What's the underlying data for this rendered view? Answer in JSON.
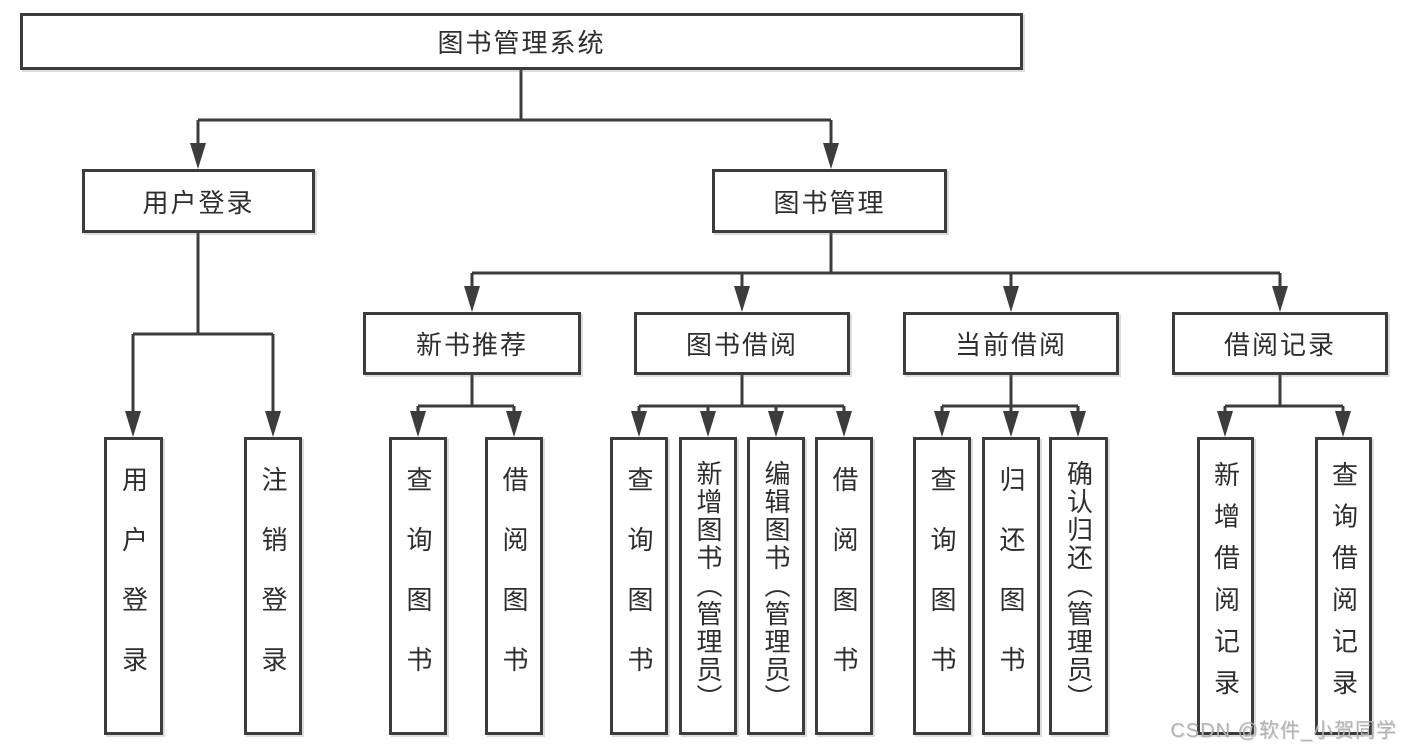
{
  "diagram": {
    "root": {
      "label": "图书管理系统"
    },
    "level2": [
      {
        "label": "用户登录"
      },
      {
        "label": "图书管理"
      }
    ],
    "level3": [
      {
        "label": "新书推荐"
      },
      {
        "label": "图书借阅"
      },
      {
        "label": "当前借阅"
      },
      {
        "label": "借阅记录"
      }
    ],
    "leaves": {
      "user_login": [
        "用户登录",
        "注销登录"
      ],
      "new_book": [
        "查询图书",
        "借阅图书"
      ],
      "book_borrow": [
        "查询图书",
        "新增图书（管理员）",
        "编辑图书（管理员）",
        "借阅图书"
      ],
      "current_borrow": [
        "查询图书",
        "归还图书",
        "确认归还（管理员）"
      ],
      "borrow_record": [
        "新增借阅记录",
        "查询借阅记录"
      ]
    }
  },
  "watermark": "CSDN @软件_小贺同学",
  "colors": {
    "line": "#3c3c3c",
    "text": "#2e2e2e",
    "watermark": "#b3b3b3",
    "background": "#ffffff"
  }
}
